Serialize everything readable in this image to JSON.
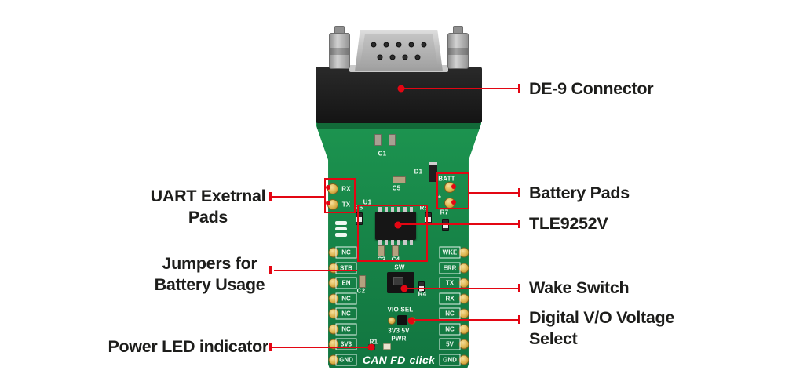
{
  "colors": {
    "annotation_red": "#e30613",
    "pcb_green": "#1a8f4b",
    "pad_gold": "#e0b64f",
    "silkscreen_white": "#eef8f0",
    "label_text": "#1d1d1b"
  },
  "annotations": {
    "de9": "DE-9 Connector",
    "battery": "Battery Pads",
    "tle": "TLE9252V",
    "wake": "Wake Switch",
    "vio1": "Digital V/O Voltage",
    "vio2": "Select",
    "uart1": "UART Exetrnal",
    "uart2": "Pads",
    "jump1": "Jumpers for",
    "jump2": "Battery Usage",
    "pwrled": "Power LED indicator"
  },
  "board": {
    "name_left": "CAN FD",
    "name_right": "click",
    "left_header": [
      "NC",
      "STB",
      "EN",
      "NC",
      "NC",
      "NC",
      "3V3",
      "GND"
    ],
    "right_header": [
      "WKE",
      "ERR",
      "TX",
      "RX",
      "NC",
      "NC",
      "5V",
      "GND"
    ],
    "uart_rx": "RX",
    "uart_tx": "TX",
    "batt": "BATT",
    "batt_plus": "+",
    "refs": {
      "c1": "C1",
      "d1": "D1",
      "c5": "C5",
      "u1": "U1",
      "r6": "R6",
      "r5": "R5",
      "r7": "R7",
      "c3": "C3",
      "c4": "C4",
      "sw": "SW",
      "c2": "C2",
      "r4": "R4",
      "r1": "R1",
      "pwr": "PWR",
      "vio_sel": "VIO SEL",
      "vio_opts": "3V3 5V"
    }
  }
}
